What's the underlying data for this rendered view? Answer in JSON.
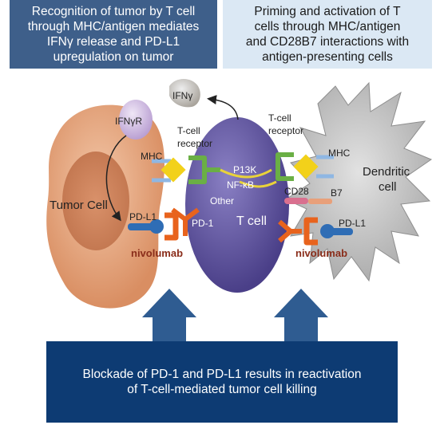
{
  "header_left": {
    "lines": [
      "Recognition of tumor by T cell",
      "through MHC/antigen mediates",
      "IFNγ release and PD-L1",
      "upregulation on tumor"
    ]
  },
  "header_right": {
    "lines": [
      "Priming and activation of T",
      "cells through MHC/antigen",
      "and CD28B7 interactions with",
      "antigen-presenting cells"
    ]
  },
  "labels": {
    "ifny": "IFNγ",
    "ifnyr": "IFNγR",
    "tcr_left_1": "T-cell",
    "tcr_left_2": "receptor",
    "tcr_right_1": "T-cell",
    "tcr_right_2": "receptor",
    "mhc_left": "MHC",
    "mhc_right": "MHC",
    "p13k": "P13K",
    "nfkb": "NF-κB",
    "other": "Other",
    "cd28": "CD28",
    "b7": "B7",
    "tumor_cell": "Tumor Cell",
    "t_cell": "T cell",
    "dendritic_1": "Dendritic",
    "dendritic_2": "cell",
    "pdl1_left": "PD-L1",
    "pdl1_right": "PD-L1",
    "pd1": "PD-1",
    "nivolumab_left": "nivolumab",
    "nivolumab_right": "nivolumab"
  },
  "footer": {
    "lines": [
      "Blockade of PD-1 and PD-L1 results in reactivation",
      "of T-cell-mediated tumor cell killing"
    ]
  },
  "colors": {
    "header_left_bg": "#3e5f8a",
    "header_right_bg": "#dbe8f4",
    "footer_bg": "#0d3b73",
    "t_cell": "#5b4f9a",
    "tumor_cell": "#e0a17c",
    "dendritic_cell": "#c9c9c9",
    "antibody": "#e8631d",
    "pd_l1": "#2f6db5",
    "mhc": "#f2d11a",
    "tcr": "#6aaf45",
    "arrow": "#2f5c91"
  }
}
